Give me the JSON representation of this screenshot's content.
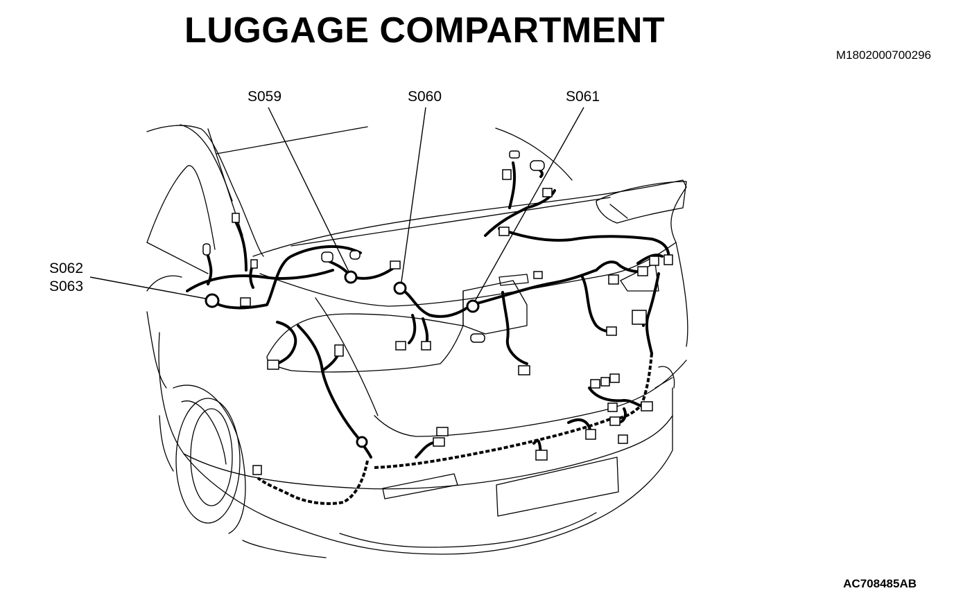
{
  "title": "LUGGAGE COMPARTMENT",
  "doc_id": "M1802000700296",
  "figure_id": "AC708485AB",
  "splice_labels": {
    "s059": "S059",
    "s060": "S060",
    "s061": "S061",
    "s062": "S062",
    "s063": "S063"
  }
}
